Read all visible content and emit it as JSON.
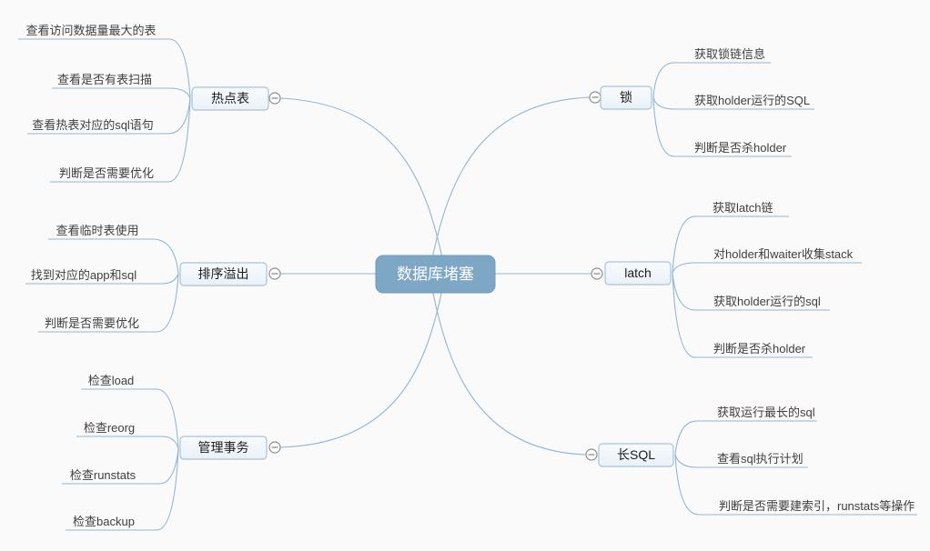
{
  "title": "数据库堵塞 mind map",
  "colors": {
    "background": "#fafafa",
    "root_fill": "#7ea7c6",
    "root_text": "#ffffff",
    "branch_fill": "#eef5fa",
    "branch_border": "#a7c3dc",
    "connector": "#92b5d3",
    "child_text": "#3f3f3f",
    "collapse_stroke": "#8e8e8e"
  },
  "icons": {
    "collapse_icon": "minus-in-circle"
  },
  "root": {
    "label": "数据库堵塞"
  },
  "branches": [
    {
      "label": "热点表",
      "side": "left",
      "children": [
        "查看访问数据量最大的表",
        "查看是否有表扫描",
        "查看热表对应的sql语句",
        "判断是否需要优化"
      ]
    },
    {
      "label": "排序溢出",
      "side": "left",
      "children": [
        "查看临时表使用",
        "找到对应的app和sql",
        "判断是否需要优化"
      ]
    },
    {
      "label": "管理事务",
      "side": "left",
      "children": [
        "检查load",
        "检查reorg",
        "检查runstats",
        "检查backup"
      ]
    },
    {
      "label": "锁",
      "side": "right",
      "children": [
        "获取锁链信息",
        "获取holder运行的SQL",
        "判断是否杀holder"
      ]
    },
    {
      "label": "latch",
      "side": "right",
      "children": [
        "获取latch链",
        "对holder和waiter收集stack",
        "获取holder运行的sql",
        "判断是否杀holder"
      ]
    },
    {
      "label": "长SQL",
      "side": "right",
      "children": [
        "获取运行最长的sql",
        "查看sql执行计划",
        "判断是否需要建索引，runstats等操作"
      ]
    }
  ]
}
